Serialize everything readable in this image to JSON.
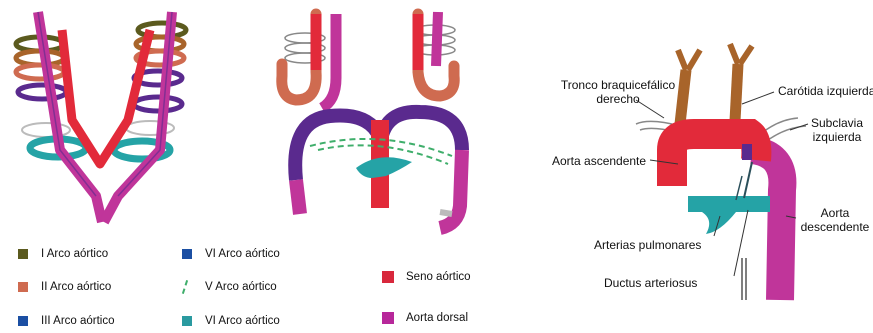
{
  "legend": [
    {
      "label": "I Arco aórtico",
      "color": "#5b5a1e"
    },
    {
      "label": "II Arco aórtico",
      "color": "#cf6b50"
    },
    {
      "label": "III Arco aórtico",
      "color": "#1b4fa3"
    },
    {
      "label": "VI Arco aórtico",
      "color": "#1b4fa3"
    },
    {
      "label": "V Arco aórtico",
      "color": "#3fae6b",
      "style": "dashed"
    },
    {
      "label": "VI Arco aórtico",
      "color": "#2a9aa0"
    },
    {
      "label": "Seno aórtico",
      "color": "#d8283c"
    },
    {
      "label": "Aorta dorsal",
      "color": "#b7279a"
    }
  ],
  "adult_diagram": {
    "labels": {
      "brachiocephalic_trunk": "Tronco braquicefálico\nderecho",
      "left_carotid": "Carótida izquierda",
      "left_subclavian": "Subclavia\nizquierda",
      "ascending_aorta": "Aorta ascendente",
      "descending_aorta": "Aorta\ndescendente",
      "pulmonary_arteries": "Arterias pulmonares",
      "ductus_arteriosus": "Ductus arteriosus"
    }
  },
  "colors": {
    "carotid_brown": "#a8642a",
    "aortic_sac_red": "#e22a3a",
    "dorsal_aorta_magenta": "#c0359a",
    "sixth_arch_teal": "#25a3a6",
    "fourth_arch_purple": "#5a2a8e"
  }
}
